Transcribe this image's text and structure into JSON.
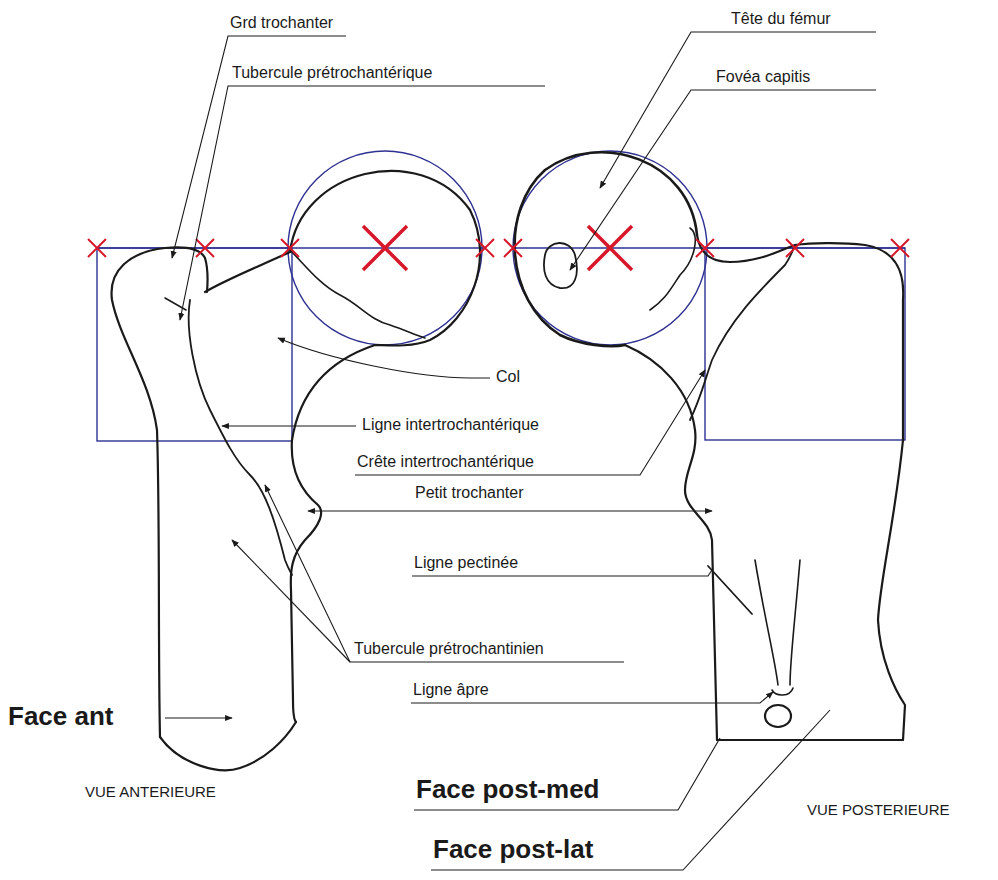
{
  "diagram": {
    "labels": [
      "Grd trochanter",
      "Tête du fémur",
      "Tubercule prétrochantérique",
      "Fovéa capitis",
      "Col",
      "Ligne intertrochantérique",
      "Crête intertrochantérique",
      "Petit trochanter",
      "Ligne pectinée",
      "Tubercule prétrochantinien",
      "Ligne âpre",
      "Face ant",
      "VUE ANTERIEURE",
      "Face post-med",
      "VUE POSTERIEURE",
      "Face post-lat"
    ]
  }
}
